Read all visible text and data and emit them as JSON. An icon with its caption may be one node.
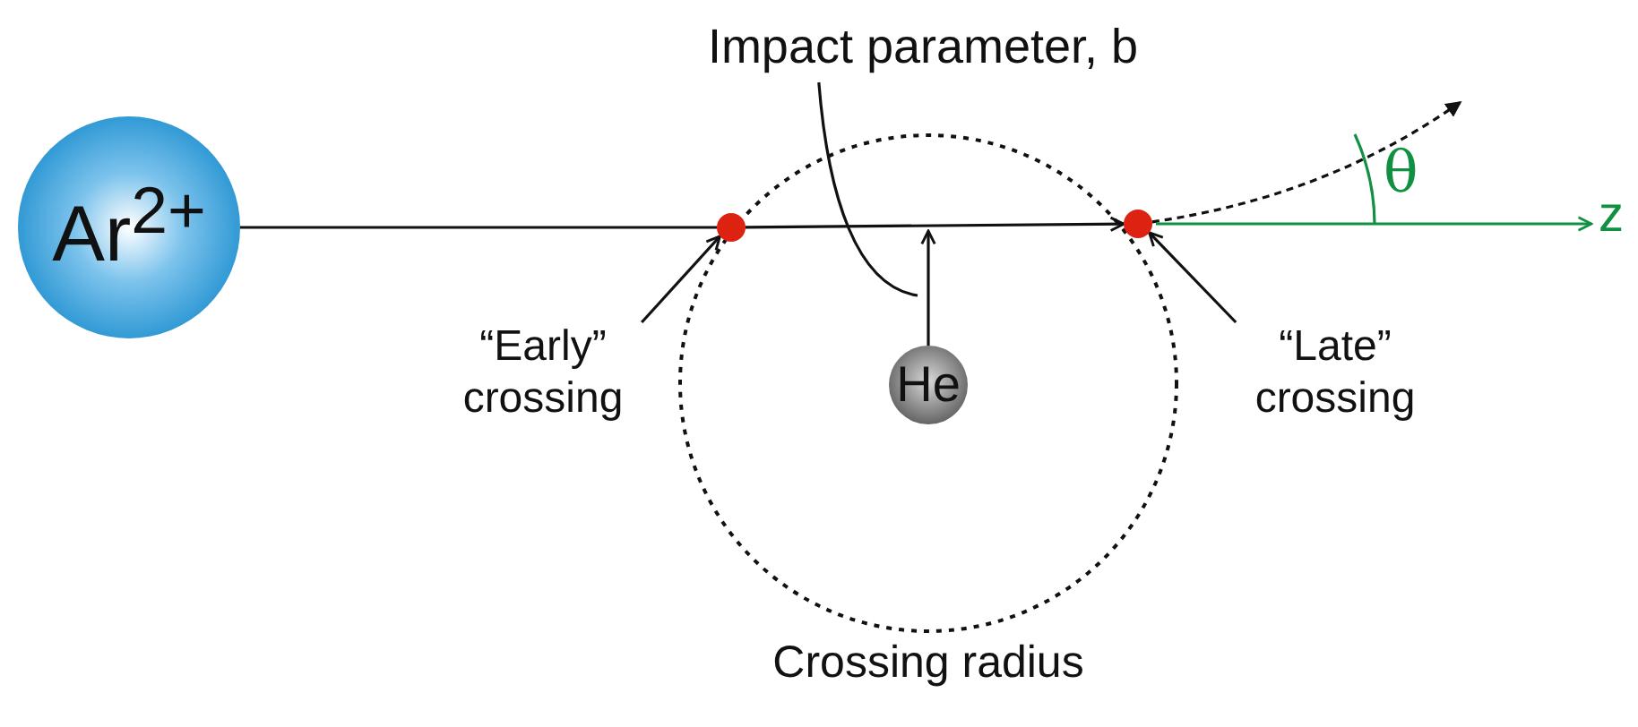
{
  "diagram": {
    "nodes": [
      {
        "text": [
          "Ar$^{2+}$"
        ]
      },
      {
        "text": [],
        "shape": "circle"
      },
      {
        "text": [],
        "shape": "circle"
      },
      {
        "text": [
          "Impact parameter, b"
        ]
      },
      {
        "text": [
          "Crossing radius"
        ]
      },
      {
        "text": [
          "He"
        ],
        "in": 4
      },
      {
        "text": [
          "“Early” crossing"
        ]
      },
      {
        "text": [
          "“Late” crossing"
        ]
      }
    ],
    "edges": [
      {
        "from": 0,
        "to": 1,
        "arrow": "none"
      },
      {
        "from": 1,
        "to": 2,
        "arrow": "to"
      },
      {
        "from": 6,
        "to": 1,
        "arrow": "to"
      },
      {
        "from": 7,
        "to": 2,
        "arrow": "to"
      },
      {
        "from": 3,
        "to": null,
        "arrow": "none"
      },
      {
        "from": 5,
        "to": null,
        "arrow": "to"
      },
      {
        "from": 2,
        "to": null,
        "arrow": "to",
        "style": "dashed"
      }
    ],
    "labels": [
      "θ",
      "z"
    ]
  }
}
